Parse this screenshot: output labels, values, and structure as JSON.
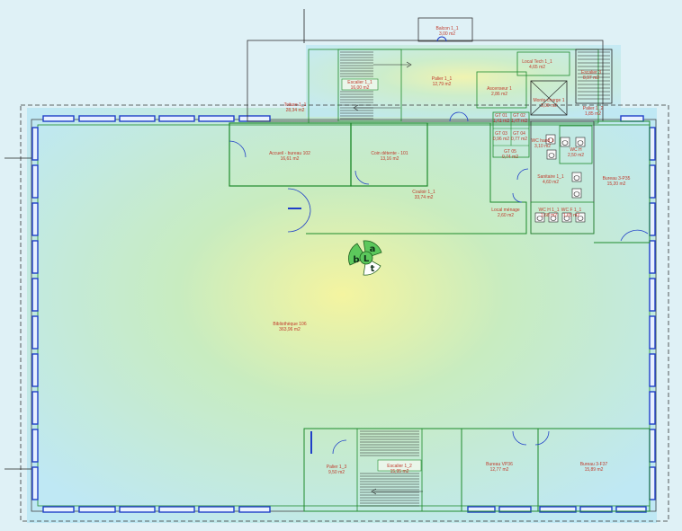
{
  "plan": {
    "colors": {
      "heat_center": "#f4f4a0",
      "heat_mid": "#c8ecc0",
      "heat_edge": "#bfe8f4",
      "wall_green": "#1e8a2c",
      "wall_dark": "#333333",
      "window_blue": "#1f3fc8",
      "label_red": "#c0392b"
    },
    "rooms": [
      {
        "name": "Balcon 1_1",
        "area": "3,00 m2"
      },
      {
        "name": "Local Tech 1_1",
        "area": "4,65 m2"
      },
      {
        "name": "Escalier 1_1",
        "area": "16,00 m2"
      },
      {
        "name": "Palier 1_1",
        "area": "12,79 m2"
      },
      {
        "name": "Ascenseur 1",
        "area": "2,86 m2"
      },
      {
        "name": "Monte-charge 1",
        "area": "3,00 m2"
      },
      {
        "name": "Escalier 3",
        "area": "8,97 m2"
      },
      {
        "name": "Palier 1_2",
        "area": "1,85 m2"
      },
      {
        "name": "Toiture 1_1",
        "area": "28,34 m2"
      },
      {
        "name": "GT 01",
        "area": "1,41 m2"
      },
      {
        "name": "GT 02",
        "area": "1,47 m2"
      },
      {
        "name": "GT 03",
        "area": "0,96 m2"
      },
      {
        "name": "GT 04",
        "area": "0,77 m2"
      },
      {
        "name": "GT 05",
        "area": "0,74 m2"
      },
      {
        "name": "WC hand 1",
        "area": "3,10 m2"
      },
      {
        "name": "WC H",
        "area": "2,50 m2"
      },
      {
        "name": "Accueil - bureau 102",
        "area": "16,61 m2"
      },
      {
        "name": "Coin détente - 101",
        "area": "13,16 m2"
      },
      {
        "name": "Bureau 3-P35",
        "area": "15,20 m2"
      },
      {
        "name": "Couloir 1_1",
        "area": "33,74 m2"
      },
      {
        "name": "Sanitaire 1_1",
        "area": "4,60 m2"
      },
      {
        "name": "Local ménage",
        "area": "2,60 m2"
      },
      {
        "name": "WC H 1_1",
        "area": "1,68 m2"
      },
      {
        "name": "WC F 1_1",
        "area": "1,65 m2"
      },
      {
        "name": "Bibliothèque 106",
        "area": "363,96 m2"
      },
      {
        "name": "Palier 1_3",
        "area": "9,50 m2"
      },
      {
        "name": "Escalier 1_2",
        "area": "15,95 m2"
      },
      {
        "name": "Bureau VP36",
        "area": "12,77 m2"
      },
      {
        "name": "Bureau 3-F37",
        "area": "15,89 m2"
      }
    ],
    "compass": {
      "letters": [
        "a",
        "L",
        "b",
        "t"
      ]
    }
  }
}
